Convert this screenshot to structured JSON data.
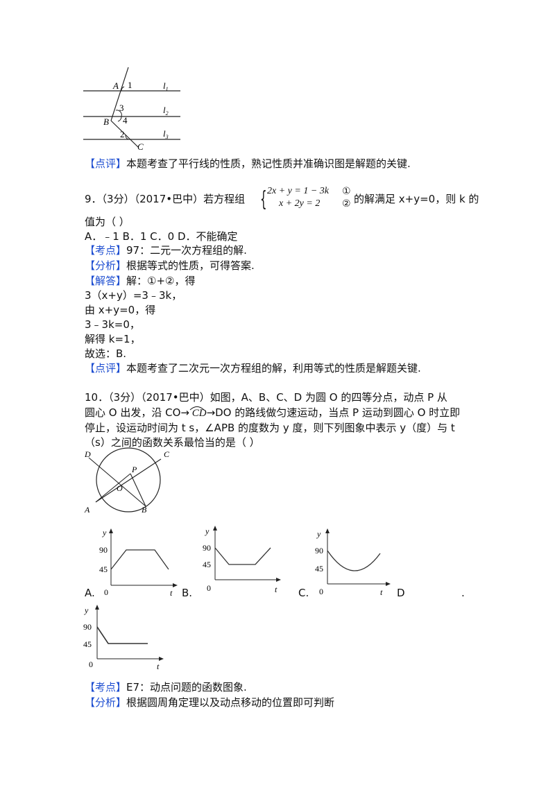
{
  "figure_parallel": {
    "A": "A",
    "B": "B",
    "C": "C",
    "a1": "1",
    "a2": "2",
    "a3": "3",
    "a4": "4",
    "l1": "l",
    "l1s": "1",
    "l2": "l",
    "l2s": "2",
    "l3": "l",
    "l3s": "3"
  },
  "comment_top": {
    "tag": "【点评】",
    "text": "本题考查了平行线的性质，熟记性质并准确识图是解题的关键."
  },
  "q9": {
    "stem_a": "9．（3分）（2017•巴中）若方程组",
    "eq1": "2x + y = 1 − 3k",
    "eq2": "x + 2y = 2",
    "mark1": "①",
    "mark2": "②",
    "stem_b": "的解满足 x+y=0，则 k 的",
    "stem_c": "值为（      ）",
    "options": "A．﹣1 B．1    C．0    D．不能确定",
    "kaodian_tag": "【考点】",
    "kaodian": "97：二元一次方程组的解.",
    "fenxi_tag": "【分析】",
    "fenxi": "根据等式的性质，可得答案.",
    "jieda_tag": "【解答】",
    "jieda": "解：①+②，得",
    "s1": "3（x+y）=3﹣3k，",
    "s2": "由 x+y=0，得",
    "s3": "3﹣3k=0，",
    "s4": "解得 k=1，",
    "s5": "故选：B.",
    "dianping_tag": "【点评】",
    "dianping": "本题考查了二次元一次方程组的解，利用等式的性质是解题关键."
  },
  "q10": {
    "line1": "10．（3分）（2017•巴中）如图，A、B、C、D 为圆 O 的四等分点，动点 P 从",
    "line2a": "圆心 O 出发，沿 CO→",
    "arc": "CD",
    "line2b": "→DO 的路线做匀速运动，当点 P 运动到圆心 O 时立即",
    "line3": "停止，设运动时间为 t s，∠APB 的度数为 y 度，则下列图象中表示 y（度）与 t",
    "line4": "（s）之间的函数关系最恰当的是（      ）",
    "circle": {
      "A": "A",
      "B": "B",
      "C": "C",
      "D": "D",
      "O": "O",
      "P": "P"
    },
    "graph_labels": {
      "y": "y",
      "t": "t",
      "zero": "0",
      "v90": "90",
      "v45": "45"
    },
    "opt_A": "A.",
    "opt_B": "B.",
    "opt_C": "C.",
    "opt_D": "D",
    "dot": ".",
    "kaodian_tag": "【考点】",
    "kaodian": "E7：动点问题的函数图象.",
    "fenxi_tag": "【分析】",
    "fenxi": "根据圆周角定理以及动点移动的位置即可判断"
  }
}
